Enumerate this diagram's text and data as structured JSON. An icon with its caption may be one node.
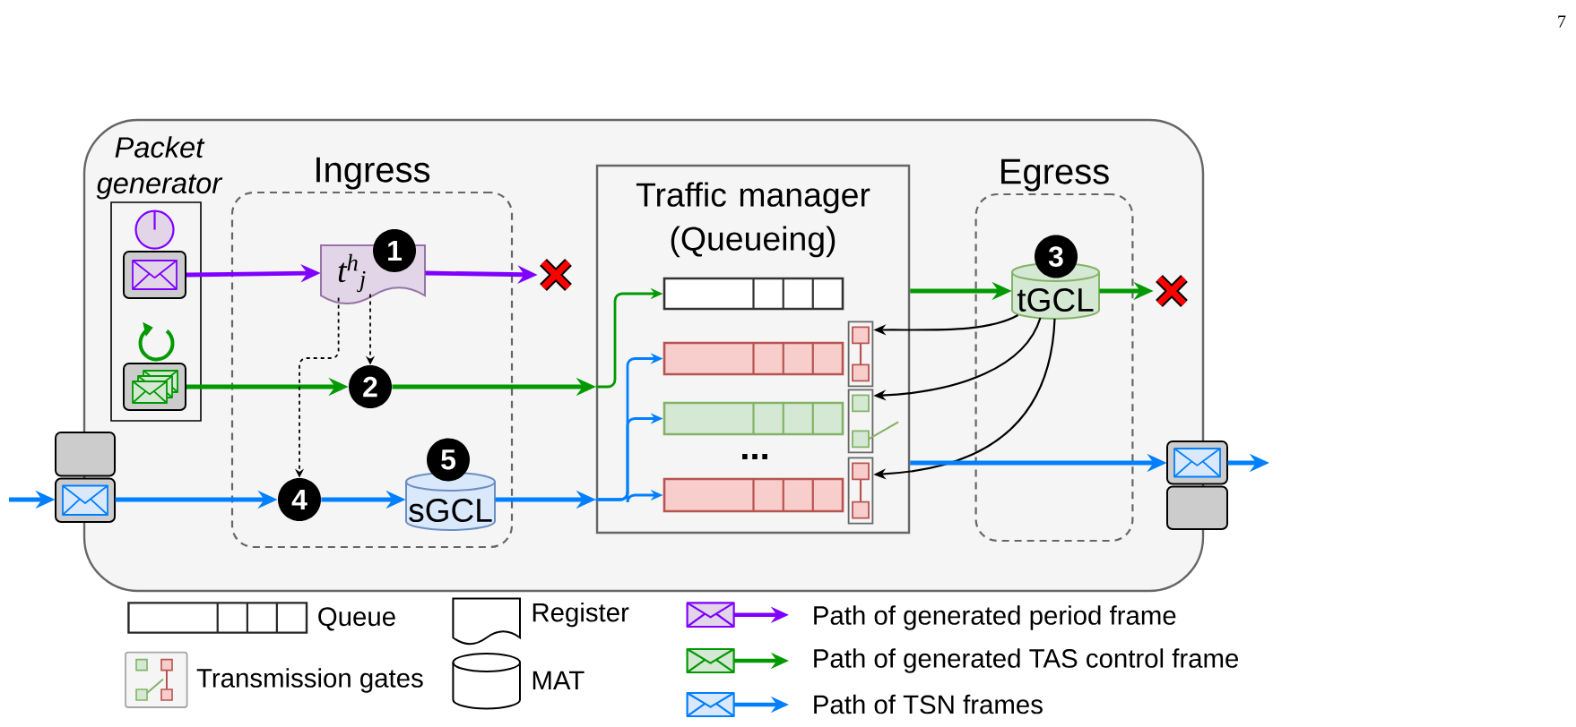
{
  "diagram": {
    "nodes": [
      {
        "text": [],
        "shape": "box"
      },
      {
        "text": [
          "Packet generator"
        ],
        "in": 0
      },
      {
        "text": [],
        "shape": "picture",
        "in": 1
      },
      {
        "text": [],
        "shape": "picture",
        "in": 1
      },
      {
        "text": [
          "Ingress"
        ],
        "in": 0
      },
      {
        "text": [
          "t$^{h}$$_{j}$",
          "1"
        ],
        "in": 4
      },
      {
        "text": [
          "2"
        ],
        "in": 4
      },
      {
        "text": [
          "4"
        ],
        "in": 4
      },
      {
        "text": [
          "sGCL"
        ],
        "beside": [
          "5"
        ],
        "in": 4
      },
      {
        "text": [
          "Traffic manager (Queueing)"
        ],
        "in": 0
      },
      {
        "text": [],
        "shape": "box",
        "in": 9
      },
      {
        "text": [],
        "shape": "box",
        "in": 9
      },
      {
        "text": [],
        "shape": "box",
        "in": 9
      },
      {
        "text": [],
        "shape": "box",
        "in": 9
      },
      {
        "text": [],
        "shape": "box",
        "in": 9
      },
      {
        "text": [],
        "shape": "box",
        "in": 9
      },
      {
        "text": [],
        "shape": "box",
        "in": 9
      },
      {
        "text": [
          "Egress"
        ],
        "in": 0
      },
      {
        "text": [
          "tGCL"
        ],
        "beside": [
          "3"
        ],
        "in": 17
      },
      {
        "text": [],
        "shape": "cross",
        "in": 0
      },
      {
        "text": [],
        "shape": "cross",
        "in": 0
      },
      {
        "text": [],
        "shape": "picture"
      },
      {
        "text": [],
        "shape": "picture"
      }
    ],
    "edges": [
      {
        "from": 2,
        "to": 5,
        "arrow": "to",
        "color": "#7f00ff"
      },
      {
        "from": 5,
        "to": 19,
        "arrow": "to",
        "color": "#7f00ff"
      },
      {
        "from": 3,
        "to": 6,
        "arrow": "to",
        "color": "#009900"
      },
      {
        "from": 6,
        "to": 9,
        "arrow": "to",
        "color": "#009900"
      },
      {
        "from": 9,
        "to": 10,
        "arrow": "to",
        "color": "#009900"
      },
      {
        "from": 5,
        "to": 6,
        "arrow": "to",
        "style": "dashed",
        "color": "#000000"
      },
      {
        "from": 5,
        "to": 7,
        "arrow": "to",
        "style": "dashed",
        "color": "#000000"
      },
      {
        "from": null,
        "to": 21,
        "arrow": "to"
      },
      {
        "from": 21,
        "to": 7,
        "arrow": "to"
      },
      {
        "from": 7,
        "to": 8,
        "arrow": "to"
      },
      {
        "from": 8,
        "to": 9,
        "arrow": "to"
      },
      {
        "from": 9,
        "to": 11,
        "arrow": "to"
      },
      {
        "from": 9,
        "to": 12,
        "arrow": "to"
      },
      {
        "from": 9,
        "to": 13,
        "arrow": "to"
      },
      {
        "from": 9,
        "to": 18,
        "arrow": "to",
        "color": "#009900"
      },
      {
        "from": 18,
        "to": 20,
        "arrow": "to",
        "color": "#009900"
      },
      {
        "from": 18,
        "to": 14,
        "arrow": "to",
        "color": "#000000"
      },
      {
        "from": 18,
        "to": 15,
        "arrow": "to",
        "color": "#000000"
      },
      {
        "from": 18,
        "to": 16,
        "arrow": "to",
        "color": "#000000"
      },
      {
        "from": 9,
        "to": 22,
        "arrow": "to"
      },
      {
        "from": 22,
        "to": null,
        "arrow": "to"
      }
    ],
    "labels": [
      "7",
      "..."
    ],
    "legend": [
      {
        "text": "Queue"
      },
      {
        "text": "Register"
      },
      {
        "text": "Path of generated period frame"
      },
      {
        "text": "Transmission gates"
      },
      {
        "text": "MAT"
      },
      {
        "text": "Path of generated TAS control frame"
      },
      {
        "text": "Path of TSN frames"
      }
    ]
  }
}
